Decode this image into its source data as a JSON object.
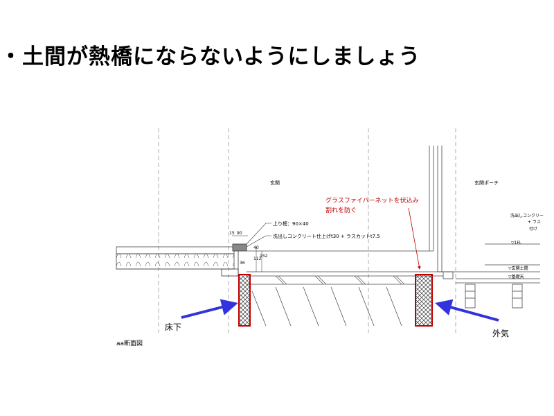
{
  "title": "・土間が熱橋にならないようにしましょう",
  "rooms": {
    "genkan": "玄関",
    "porch": "玄関ポーチ"
  },
  "annotations": {
    "net_line1": "グラスファイバーネットを伏込み",
    "net_line2": "割れを防ぐ",
    "agarikamachi": "上り框：90×40",
    "finish": "洗出しコンクリート仕上げt30 + ラスカットt7.5",
    "porch_finish_1": "洗出しコンクリー",
    "porch_finish_2": "+ ラス",
    "porch_finish_3": "付け",
    "fl": "▽1FL",
    "genkan_doma": "▽玄関土間",
    "kiso": "▽基礎天",
    "dim_15": "15",
    "dim_90": "90",
    "dim_40": "40",
    "dim_112": "112",
    "dim_152": "152",
    "dim_36": "36"
  },
  "labels": {
    "yukashita": "床下",
    "gaiki": "外気",
    "section": "aa断面図"
  },
  "colors": {
    "insulation_outline": "#c00000",
    "arrow": "#3333dd",
    "note_text": "#c00000"
  }
}
